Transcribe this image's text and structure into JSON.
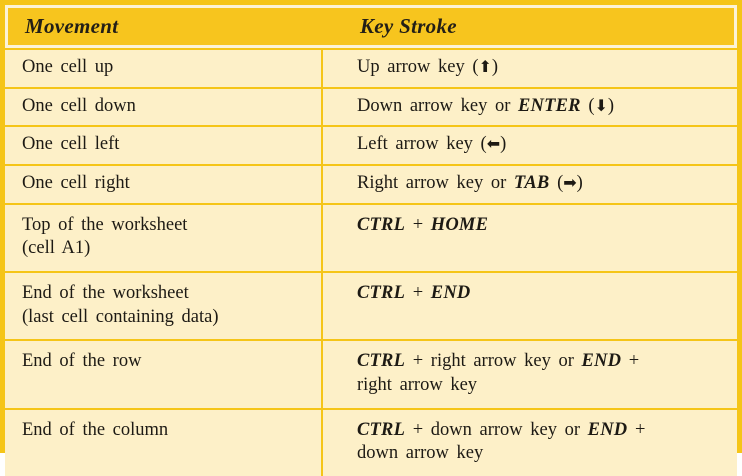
{
  "table": {
    "headers": {
      "movement": "Movement",
      "key_stroke": "Key Stroke"
    },
    "colors": {
      "border": "#F5C518",
      "header_bg": "#F7C51E",
      "header_inset": "#FCF3D6",
      "cell_bg": "#FDF0C8",
      "text": "#1d1a14"
    },
    "rows": [
      {
        "movement": "One cell up",
        "key_parts": [
          {
            "text": "Up arrow key (",
            "bold": false
          },
          {
            "text": "⬆",
            "bold": false,
            "arrow": true
          },
          {
            "text": ")",
            "bold": false
          }
        ]
      },
      {
        "movement": "One cell down",
        "key_parts": [
          {
            "text": "Down arrow key or ",
            "bold": false
          },
          {
            "text": "ENTER",
            "bold": true
          },
          {
            "text": " (",
            "bold": false
          },
          {
            "text": "⬇",
            "bold": false,
            "arrow": true
          },
          {
            "text": ")",
            "bold": false
          }
        ]
      },
      {
        "movement": "One cell left",
        "key_parts": [
          {
            "text": "Left arrow key (",
            "bold": false
          },
          {
            "text": "⬅",
            "bold": false,
            "arrow": true
          },
          {
            "text": ")",
            "bold": false
          }
        ]
      },
      {
        "movement": "One cell right",
        "key_parts": [
          {
            "text": "Right arrow key or ",
            "bold": false
          },
          {
            "text": "TAB",
            "bold": true
          },
          {
            "text": " (",
            "bold": false
          },
          {
            "text": "➡",
            "bold": false,
            "arrow": true
          },
          {
            "text": ")",
            "bold": false
          }
        ]
      },
      {
        "movement": "Top of the worksheet",
        "movement_line2": "(cell A1)",
        "key_parts": [
          {
            "text": "CTRL",
            "bold": true
          },
          {
            "text": " + ",
            "bold": false
          },
          {
            "text": "HOME",
            "bold": true
          }
        ]
      },
      {
        "movement": "End of the worksheet",
        "movement_line2": "(last cell containing data)",
        "key_parts": [
          {
            "text": "CTRL",
            "bold": true
          },
          {
            "text": " + ",
            "bold": false
          },
          {
            "text": "END",
            "bold": true
          }
        ]
      },
      {
        "movement": "End of the row",
        "key_parts": [
          {
            "text": "CTRL",
            "bold": true
          },
          {
            "text": " + right arrow key or ",
            "bold": false
          },
          {
            "text": "END",
            "bold": true
          },
          {
            "text": " +",
            "bold": false
          }
        ],
        "key_line2": "right arrow key"
      },
      {
        "movement": "End of the column",
        "key_parts": [
          {
            "text": "CTRL",
            "bold": true
          },
          {
            "text": " + down arrow key or ",
            "bold": false
          },
          {
            "text": "END",
            "bold": true
          },
          {
            "text": " +",
            "bold": false
          }
        ],
        "key_line2": "down arrow key"
      }
    ]
  }
}
